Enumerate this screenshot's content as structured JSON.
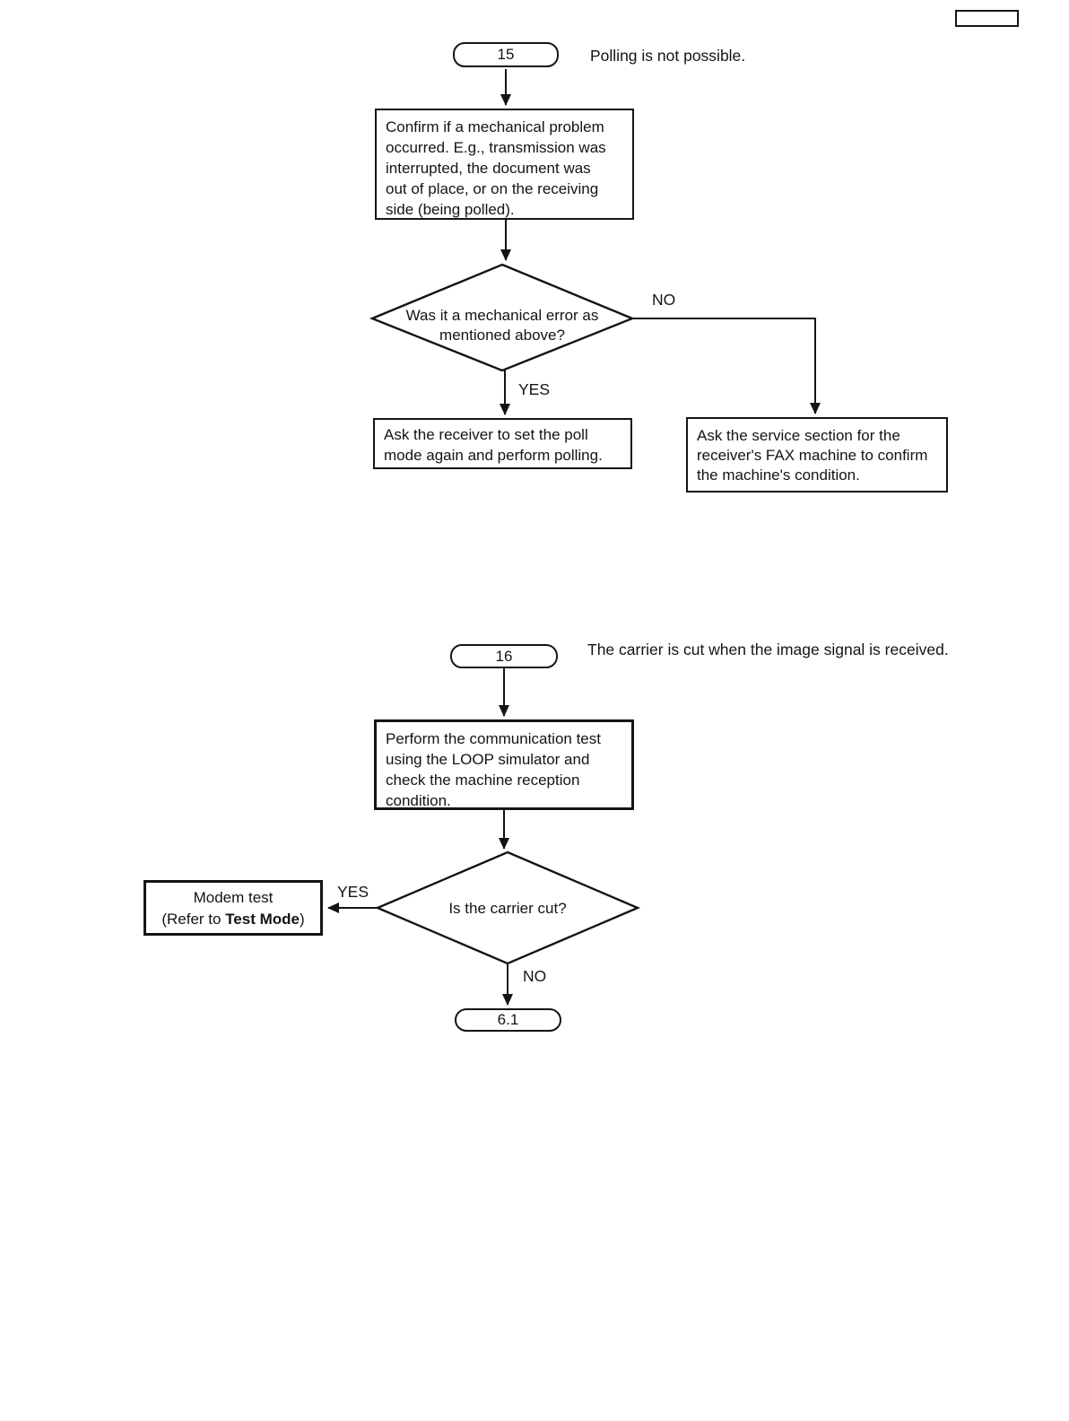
{
  "page": {
    "ink_color": "#141414",
    "background_color": "#ffffff"
  },
  "fc1": {
    "start_label": "15",
    "caption": "Polling is not possible.",
    "confirm_box": "Confirm if a mechanical problem\noccurred. E.g., transmission was\ninterrupted, the document was\nout of place, or on the receiving\nside (being polled).",
    "decision": "Was it a mechanical error as\nmentioned above?",
    "yes_label": "YES",
    "no_label": "NO",
    "yes_box": "Ask the receiver to set the poll\nmode again and perform polling.",
    "no_box": "Ask the service section for the\nreceiver's FAX machine to confirm\nthe machine's condition."
  },
  "fc2": {
    "start_label": "16",
    "caption": "The carrier is cut when the image signal is received.",
    "process_box": "Perform the communication test\nusing the LOOP simulator and\ncheck the machine reception\ncondition.",
    "decision": "Is the carrier cut?",
    "yes_label": "YES",
    "no_label": "NO",
    "modem_box_line1": "Modem test",
    "modem_box_prefix": "(Refer to ",
    "modem_box_bold": "Test Mode",
    "modem_box_suffix": ")",
    "end_label": "6.1"
  }
}
